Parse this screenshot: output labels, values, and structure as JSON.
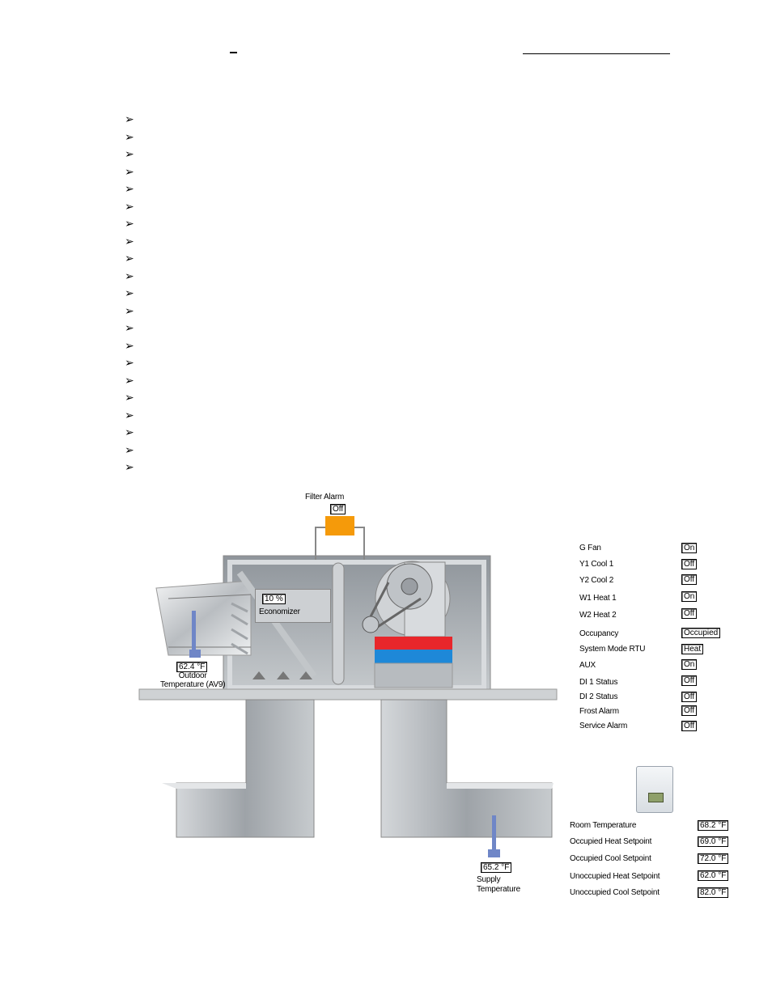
{
  "bullet_count": 21,
  "bullet_glyph": "➢",
  "filter_alarm": {
    "label": "Filter Alarm",
    "value": "Off"
  },
  "economizer": {
    "value": "10 %",
    "label": "Economizer"
  },
  "outdoor_temp": {
    "value": "62.4 °F",
    "label": "Outdoor\nTemperature (AV9)"
  },
  "supply_temp": {
    "value": "65.2 °F",
    "label": "Supply\nTemperature"
  },
  "status_points": [
    {
      "label": "G Fan",
      "value": "On"
    },
    {
      "label": "Y1 Cool 1",
      "value": "Off"
    },
    {
      "label": "Y2 Cool 2",
      "value": "Off"
    },
    {
      "label": "W1 Heat 1",
      "value": "On"
    },
    {
      "label": "W2 Heat 2",
      "value": "Off"
    },
    {
      "label": "Occupancy",
      "value": "Occupied"
    },
    {
      "label": "System Mode RTU",
      "value": "Heat"
    },
    {
      "label": "AUX",
      "value": "On"
    },
    {
      "label": "DI 1 Status",
      "value": "Off"
    },
    {
      "label": "DI 2 Status",
      "value": "Off"
    },
    {
      "label": "Frost Alarm",
      "value": "Off"
    },
    {
      "label": "Service Alarm",
      "value": "Off"
    }
  ],
  "setpoints": [
    {
      "label": "Room Temperature",
      "value": "68.2 °F"
    },
    {
      "label": "Occupied Heat Setpoint",
      "value": "69.0 °F"
    },
    {
      "label": "Occupied Cool Setpoint",
      "value": "72.0 °F"
    },
    {
      "label": "Unoccupied Heat Setpoint",
      "value": "62.0 °F"
    },
    {
      "label": "Unoccupied Cool Setpoint",
      "value": "82.0 °F"
    }
  ],
  "colors": {
    "filter": "#f59a0a",
    "heat_coil": "#e8262b",
    "cool_coil": "#1e88d8",
    "sensor": "#6f86c7"
  }
}
